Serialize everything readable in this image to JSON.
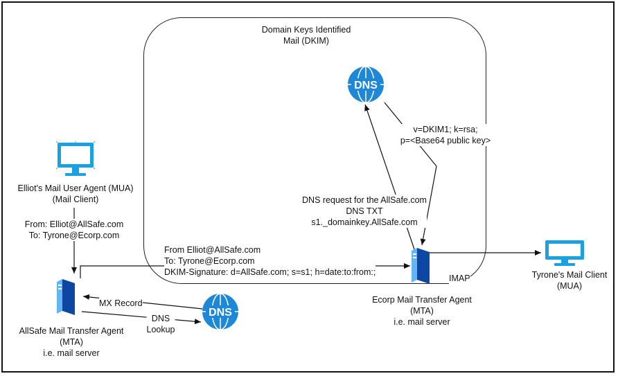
{
  "dkim_box": {
    "title_line1": "Domain Keys Identified",
    "title_line2": "Mail (DKIM)"
  },
  "elliot_client": {
    "line1": "Elliot's Mail User Agent (MUA)",
    "line2": "(Mail Client)",
    "icon": "monitor-icon"
  },
  "elliot_to_allsafe": {
    "line1": "From: Elliot@AllSafe.com",
    "line2": "To: Tyrone@Ecorp.com"
  },
  "allsafe_mta": {
    "line1": "AllSafe Mail Transfer Agent",
    "line2": "(MTA)",
    "line3": "i.e. mail server",
    "icon": "server-icon"
  },
  "dns_lookup": {
    "mx_record": "MX Record",
    "dns_line1": "DNS",
    "dns_line2": "Lookup",
    "icon_label": "DNS"
  },
  "signed_message": {
    "line1": "From Elliot@AllSafe.com",
    "line2": "To: Tyrone@Ecorp.com",
    "line3": "DKIM-Signature: d=AllSafe.com; s=s1; h=date:to:from:;"
  },
  "dns_request": {
    "line1": "DNS request for the AllSafe.com",
    "line2": "DNS TXT",
    "line3": "s1._domainkey.AllSafe.com"
  },
  "dns_response": {
    "line1": "v=DKIM1; k=rsa;",
    "line2": "p=<Base64 public key>"
  },
  "dkim_dns": {
    "icon_label": "DNS"
  },
  "ecorp_mta": {
    "imap": "IMAP",
    "line1": "Ecorp Mail Transfer Agent",
    "line2": "(MTA)",
    "line3": "i.e. mail server",
    "icon": "server-icon"
  },
  "tyrone_client": {
    "line1": "Tyrone's Mail Client",
    "line2": "(MUA)",
    "icon": "monitor-icon"
  },
  "colors": {
    "accent_blue": "#1BA1E2",
    "dns_blue": "#1E88D6",
    "server_blue": "#1565C0",
    "line": "#111111"
  }
}
